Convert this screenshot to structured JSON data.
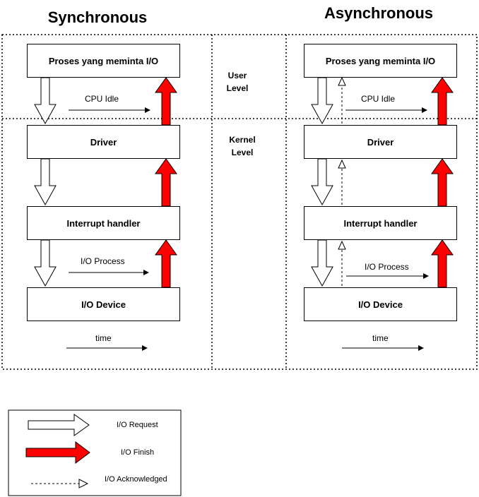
{
  "sync": {
    "title": "Synchronous",
    "boxes": [
      "Proses yang meminta I/O",
      "Driver",
      "Interrupt handler",
      "I/O Device"
    ],
    "cpu_idle": "CPU Idle",
    "io_process": "I/O Process",
    "time": "time"
  },
  "async": {
    "title": "Asynchronous",
    "boxes": [
      "Proses yang meminta I/O",
      "Driver",
      "Interrupt handler",
      "I/O Device"
    ],
    "cpu_idle": "CPU Idle",
    "io_process": "I/O Process",
    "time": "time"
  },
  "levels": {
    "user": [
      "User",
      "Level"
    ],
    "kernel": [
      "Kernel",
      "Level"
    ]
  },
  "legend": {
    "request": "I/O Request",
    "finish": "I/O Finish",
    "acknowledged": "I/O Acknowledged"
  },
  "colors": {
    "finish_arrow": "#ff0000",
    "request_arrow": "#ffffff",
    "stroke": "#000000"
  }
}
